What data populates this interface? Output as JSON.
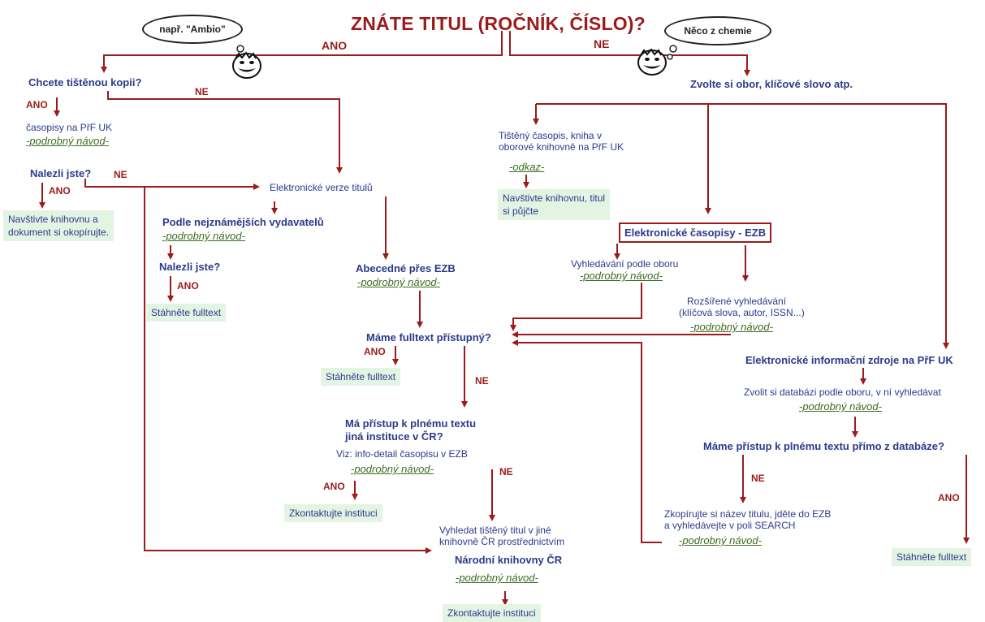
{
  "title": "ZNÁTE TITUL (ROČNÍK, ČÍSLO)?",
  "thought_left": "např. \"Ambio\"",
  "thought_right": "Něco z chemie",
  "yes": "ANO",
  "no": "NE",
  "left": {
    "q_printed": "Chcete tištěnou kopii?",
    "journals_pruk": "časopisy na PřF UK",
    "guide_link": "-podrobný návod-",
    "q_found": "Nalezli jste?",
    "visit_copy_1": "Navštivte knihovnu a",
    "visit_copy_2": "dokument si okopírujte.",
    "electronic_versions": "Elektronické verze titulů",
    "by_publisher": "Podle nejznámějších vydavatelů",
    "q_found2": "Nalezli jste?",
    "download": "Stáhněte fulltext"
  },
  "center": {
    "alpha_ezb": "Abecedné přes EZB",
    "q_fulltext": "Máme fulltext přístupný?",
    "download": "Stáhněte fulltext",
    "q_other_1": "Má přístup k plnému textu",
    "q_other_2": "jiná instituce v ČR?",
    "see_info": "Viz: info-detail časopisu v EZB",
    "contact": "Zkontaktujte instituci",
    "search_other_1": "Vyhledat tištěný titul v jiné",
    "search_other_2": "knihovně ČR prostřednictvím",
    "national_library": "Národní knihovny ČR",
    "contact2": "Zkontaktujte instituci"
  },
  "right": {
    "choose_field": "Zvolte si obor, klíčové slovo atp.",
    "printed_1": "Tištěný časopis, kniha v",
    "printed_2": "oborové knihovně na PřF UK",
    "ref_link": "-odkaz-",
    "visit_borrow_1": "Navštivte knihovnu, titul",
    "visit_borrow_2": "si půjčte",
    "ezb": "Elektronické časopisy - EZB",
    "search_by_field": "Vyhledávání podle oboru",
    "advanced_1": "Rozšířené vyhledávání",
    "advanced_2": "(klíčová slova, autor, ISSN...)",
    "eiz": "Elektronické informační zdroje na PřF UK",
    "choose_db": "Zvolit si databázi podle oboru, v ní vyhledávat",
    "q_db": "Máme přístup k plnému textu přímo z databáze?",
    "copy_1": "Zkopírujte si název titulu, jděte do EZB",
    "copy_2": "a vyhledávejte v poli SEARCH",
    "download": "Stáhněte fulltext"
  }
}
